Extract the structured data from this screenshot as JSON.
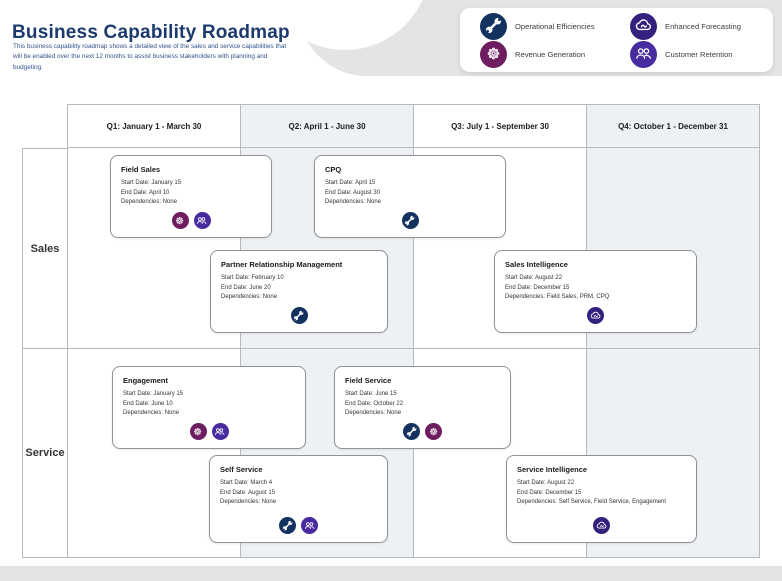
{
  "page": {
    "title": "Business Capability Roadmap",
    "subtitle": "This business capability roadmap shows a detailed view of the sales and service capabilities that will be enabled over the next 12 months to assist business stakeholders with planning and budgeting."
  },
  "legend": {
    "items": [
      {
        "label": "Operational Efficiencies",
        "icon": "wrench-icon",
        "key": "operational_efficiencies"
      },
      {
        "label": "Enhanced Forecasting",
        "icon": "cloud-icon",
        "key": "enhanced_forecasting"
      },
      {
        "label": "Revenue Generation",
        "icon": "flower-icon",
        "key": "revenue_generation"
      },
      {
        "label": "Customer Retention",
        "icon": "people-icon",
        "key": "customer_retention"
      }
    ]
  },
  "timeline": {
    "quarters": [
      "Q1: January 1  - March 30",
      "Q2: April 1 - June 30",
      "Q3: July 1 - September 30",
      "Q4: October 1 - December 31"
    ],
    "rows": [
      "Sales",
      "Service"
    ]
  },
  "field_labels": {
    "start_date": "Start Date:",
    "end_date": "End Date:",
    "dependencies": "Dependencies:"
  },
  "cards": [
    {
      "title": "Field Sales",
      "row": "Sales",
      "start_date": "January 15",
      "end_date": "April 10",
      "dependencies": "None",
      "icons": [
        "revenue_generation",
        "customer_retention"
      ]
    },
    {
      "title": "CPQ",
      "row": "Sales",
      "start_date": "April 15",
      "end_date": "August 30",
      "dependencies": "None",
      "icons": [
        "operational_efficiencies"
      ]
    },
    {
      "title": "Partner Relationship Management",
      "row": "Sales",
      "start_date": "February 10",
      "end_date": "June 20",
      "dependencies": "None",
      "icons": [
        "operational_efficiencies"
      ]
    },
    {
      "title": "Sales Intelligence",
      "row": "Sales",
      "start_date": "August 22",
      "end_date": "December 15",
      "dependencies": "Field Sales, PRM, CPQ",
      "icons": [
        "enhanced_forecasting"
      ]
    },
    {
      "title": "Engagement",
      "row": "Service",
      "start_date": "January 15",
      "end_date": "June 10",
      "dependencies": "None",
      "icons": [
        "revenue_generation",
        "customer_retention"
      ]
    },
    {
      "title": "Field Service",
      "row": "Service",
      "start_date": "June 15",
      "end_date": "October 22",
      "dependencies": "None",
      "icons": [
        "operational_efficiencies",
        "revenue_generation"
      ]
    },
    {
      "title": "Self Service",
      "row": "Service",
      "start_date": "March 4",
      "end_date": "August 15",
      "dependencies": "None",
      "icons": [
        "operational_efficiencies",
        "customer_retention"
      ]
    },
    {
      "title": "Service Intelligence",
      "row": "Service",
      "start_date": "August 22",
      "end_date": "December 15",
      "dependencies": "Self Service, Field Service, Engagement",
      "icons": [
        "enhanced_forecasting"
      ]
    }
  ],
  "colors": {
    "operational_efficiencies": "#14325f",
    "enhanced_forecasting": "#33217d",
    "revenue_generation": "#6e1d60",
    "customer_retention": "#472b9f",
    "title_text": "#1c3a6e",
    "column_shade": "#eef1f4",
    "grid_line": "#b6b9bd"
  }
}
